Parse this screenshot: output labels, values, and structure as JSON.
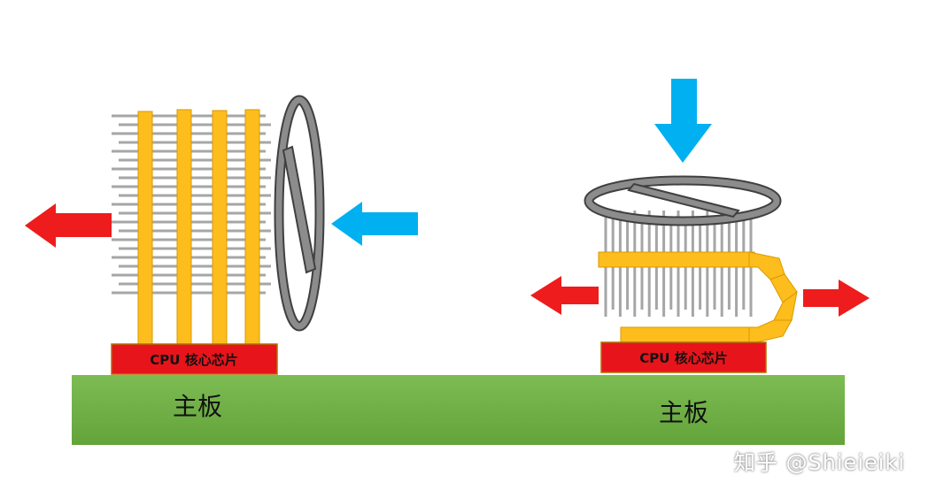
{
  "left": {
    "board_label": "主板",
    "chip_label": "CPU 核心芯片"
  },
  "right": {
    "board_label": "主板",
    "chip_label": "CPU 核心芯片"
  },
  "watermark": "知乎 @Shieieiki",
  "colors": {
    "board": "#6fae44",
    "chip": "#e8141b",
    "heatpipe": "#fdbd1c",
    "fin": "#a6a6a6",
    "fan": "#595959",
    "arrow_hot": "#ee1c1c",
    "arrow_cool": "#00b0f0"
  }
}
